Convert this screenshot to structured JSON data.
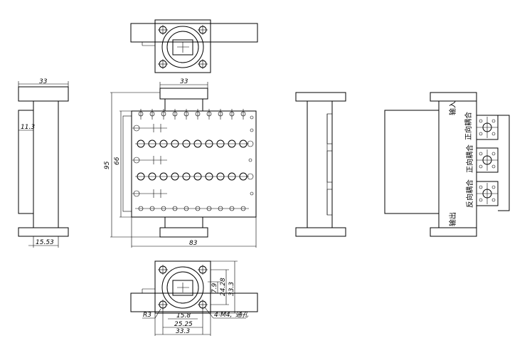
{
  "colors": {
    "ink": "#000000",
    "paper": "#ffffff"
  },
  "side_view": {
    "dim_width": "33",
    "dim_offset": "11.3",
    "dim_bottom": "15.53"
  },
  "front_view": {
    "dim_top": "33",
    "dim_height_outer": "95",
    "dim_height_inner": "66",
    "dim_width": "83"
  },
  "flange_view": {
    "dim_v1": "7.9",
    "dim_v2": "24.28",
    "dim_v3": "33.3",
    "dim_h1": "15.8",
    "dim_h2": "25.25",
    "dim_h3": "33.3",
    "dim_radius": "R3",
    "dim_holes": "4-M4,",
    "dim_holes_note": "通孔"
  },
  "port_labels": {
    "input": "输入",
    "forward_coupling_1": "正向耦合",
    "forward_coupling_2": "正向耦合",
    "reverse_coupling": "反向耦合",
    "output": "输出"
  }
}
